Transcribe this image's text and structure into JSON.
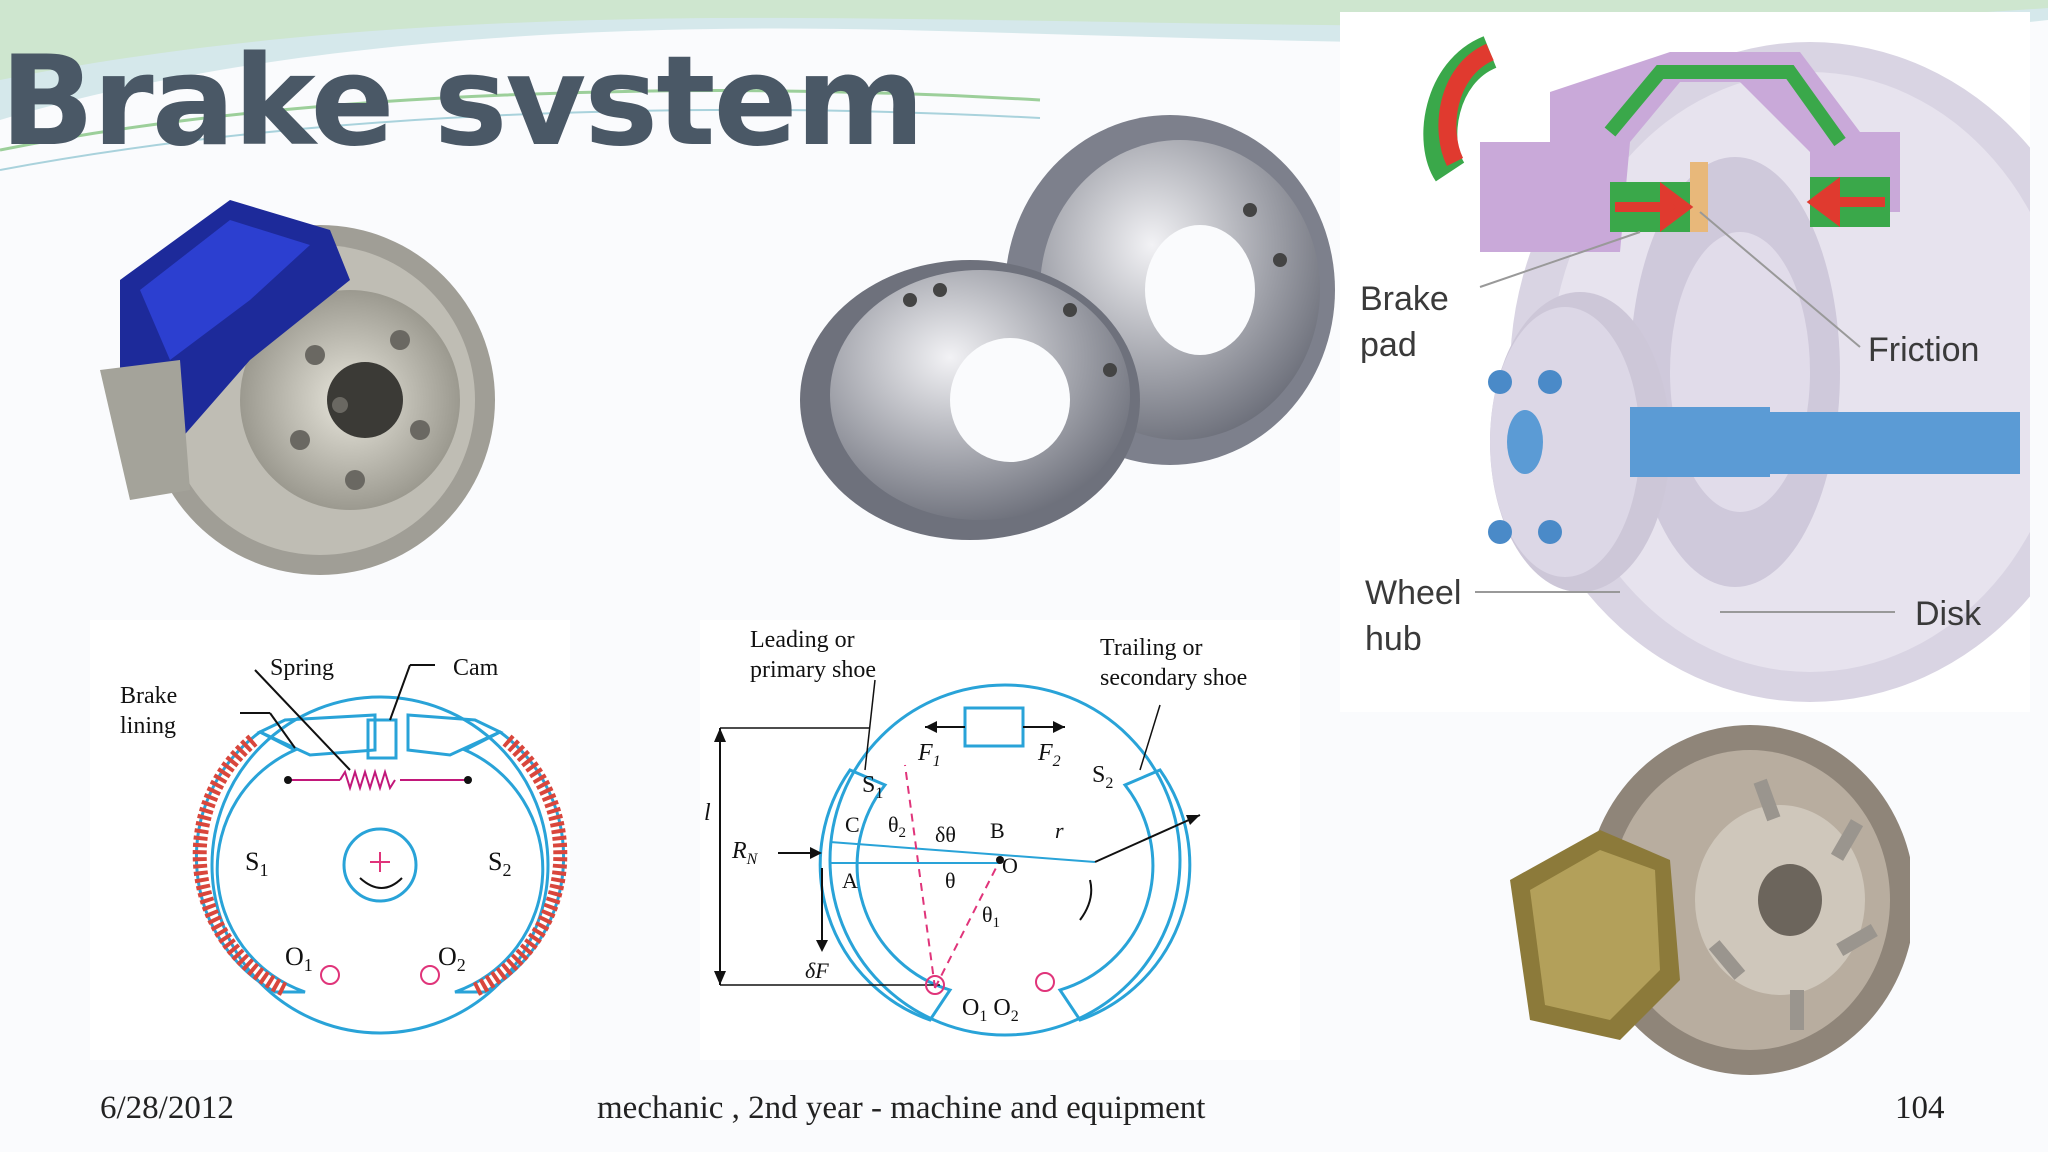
{
  "slide": {
    "title": "Brake svstem",
    "footer": {
      "date": "6/28/2012",
      "course": "mechanic , 2nd year - machine and equipment",
      "page": "104"
    }
  },
  "disk_diagram": {
    "labels": {
      "brake_pad_1": "Brake",
      "brake_pad_2": "pad",
      "friction": "Friction",
      "wheel_hub_1": "Wheel",
      "wheel_hub_2": "hub",
      "disk": "Disk"
    }
  },
  "drum_diagram_left": {
    "labels": {
      "spring": "Spring",
      "cam": "Cam",
      "brake_lining_1": "Brake",
      "brake_lining_2": "lining",
      "s1": "S",
      "s1_sub": "1",
      "s2": "S",
      "s2_sub": "2",
      "o1": "O",
      "o1_sub": "1",
      "o2": "O",
      "o2_sub": "2"
    }
  },
  "drum_diagram_right": {
    "labels": {
      "leading_1": "Leading or",
      "leading_2": "primary shoe",
      "trailing_1": "Trailing or",
      "trailing_2": "secondary shoe",
      "f1": "F",
      "f1_sub": "1",
      "f2": "F",
      "f2_sub": "2",
      "l": "l",
      "rn": "R",
      "rn_sub": "N",
      "s1": "S",
      "s1_sub": "1",
      "s2": "S",
      "s2_sub": "2",
      "c": "C",
      "theta2": "θ",
      "theta2_sub": "2",
      "dtheta": "δθ",
      "b": "B",
      "r": "r",
      "a": "A",
      "o": "O",
      "theta": "θ",
      "theta1": "θ",
      "theta1_sub": "1",
      "df": "δF",
      "o1": "O",
      "o1_sub": "1",
      "o2": "O",
      "o2_sub": "2"
    }
  },
  "colors": {
    "title": "#4a5866",
    "drum_line": "#29a3d8",
    "lining": "#d9463c",
    "spring": "#c2187a",
    "dashed": "#e0347a"
  }
}
